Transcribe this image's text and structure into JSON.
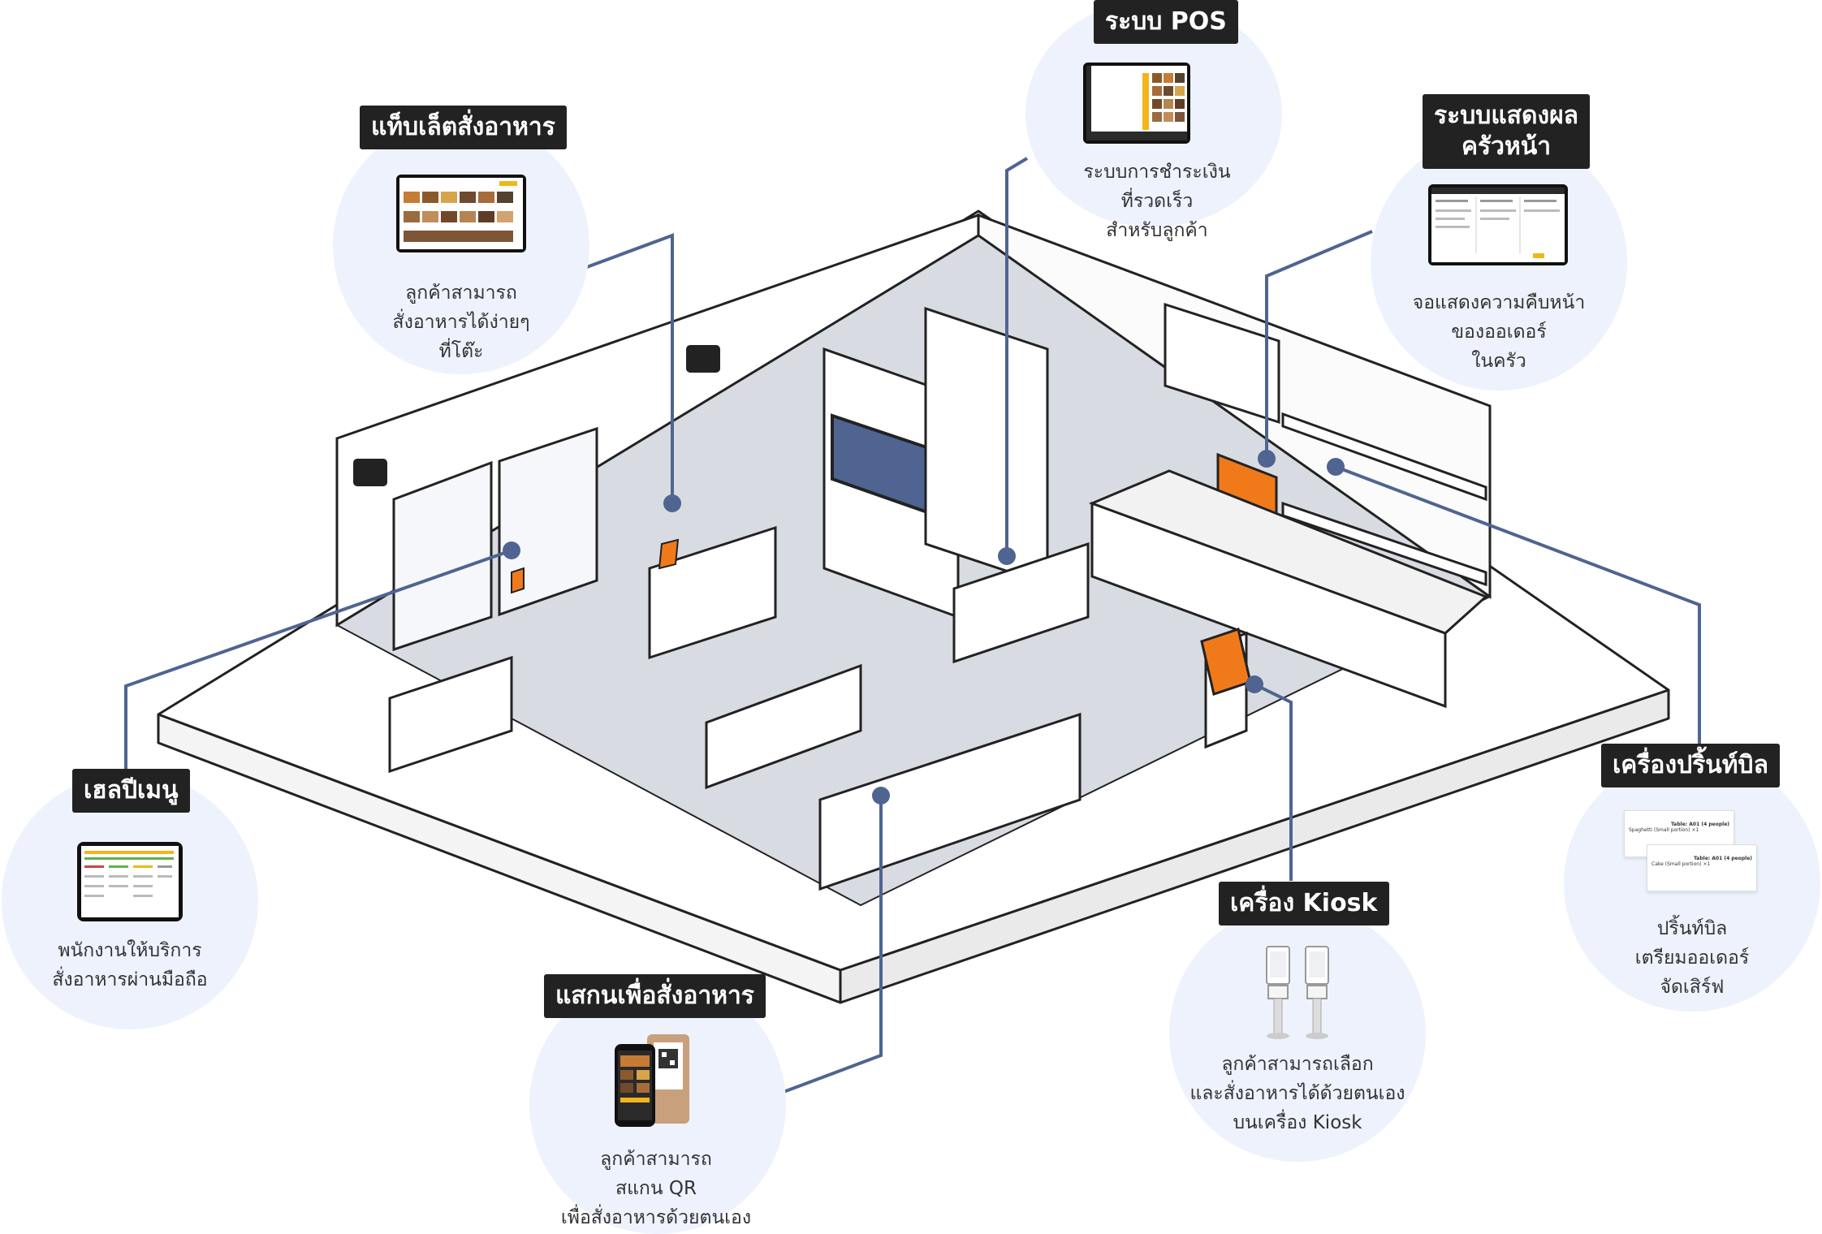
{
  "colors": {
    "accent_blue": "#4f6491",
    "screen_orange": "#f07a1a",
    "label_bg": "#222222",
    "bubble_bg": "#eef2fc",
    "floor": "#d9dbe2"
  },
  "callouts": [
    {
      "id": "tablet",
      "label": "แท็บเล็ตสั่งอาหาร",
      "desc": "ลูกค้าสามารถ\nสั่งอาหารได้ง่ายๆ\nที่โต๊ะ",
      "icon": "tablet-menu-screenshot"
    },
    {
      "id": "pos",
      "label": "ระบบ POS",
      "desc": "ระบบการชำระเงิน\nที่รวดเร็ว\nสำหรับลูกค้า",
      "icon": "pos-terminal-screenshot"
    },
    {
      "id": "kds",
      "label": "ระบบแสดงผล\nครัวหน้า",
      "desc": "จอแสดงความคืบหน้า\nของออเดอร์\nในครัว",
      "icon": "kitchen-display-screenshot"
    },
    {
      "id": "handy",
      "label": "เฮลปีเมนู",
      "desc": "พนักงานให้บริการ\nสั่งอาหารผ่านมือถือ",
      "icon": "handheld-device-screenshot"
    },
    {
      "id": "qr",
      "label": "แสกนเพื่อสั่งอาหาร",
      "desc": "ลูกค้าสามารถ\nสแกน QR\nเพื่อสั่งอาหารด้วยตนเอง",
      "icon": "qr-phone-icon"
    },
    {
      "id": "kiosk",
      "label": "เครื่อง Kiosk",
      "desc": "ลูกค้าสามารถเลือก\nและสั่งอาหารได้ด้วยตนเอง\nบนเครื่อง Kiosk",
      "icon": "kiosk-machine-icon"
    },
    {
      "id": "printer",
      "label": "เครื่องปริ้นท์บิล",
      "desc": "ปริ้นท์บิล\nเตรียมออเดอร์\nจัดเสิร์ฟ",
      "icon": "receipt-slip-icon"
    }
  ],
  "receipt_text": {
    "table_label": "Table: A01 (4 people)",
    "item_1": "Spaghetti (Small portion)  ×1",
    "item_2": "Cake (Small portion)  ×1"
  }
}
